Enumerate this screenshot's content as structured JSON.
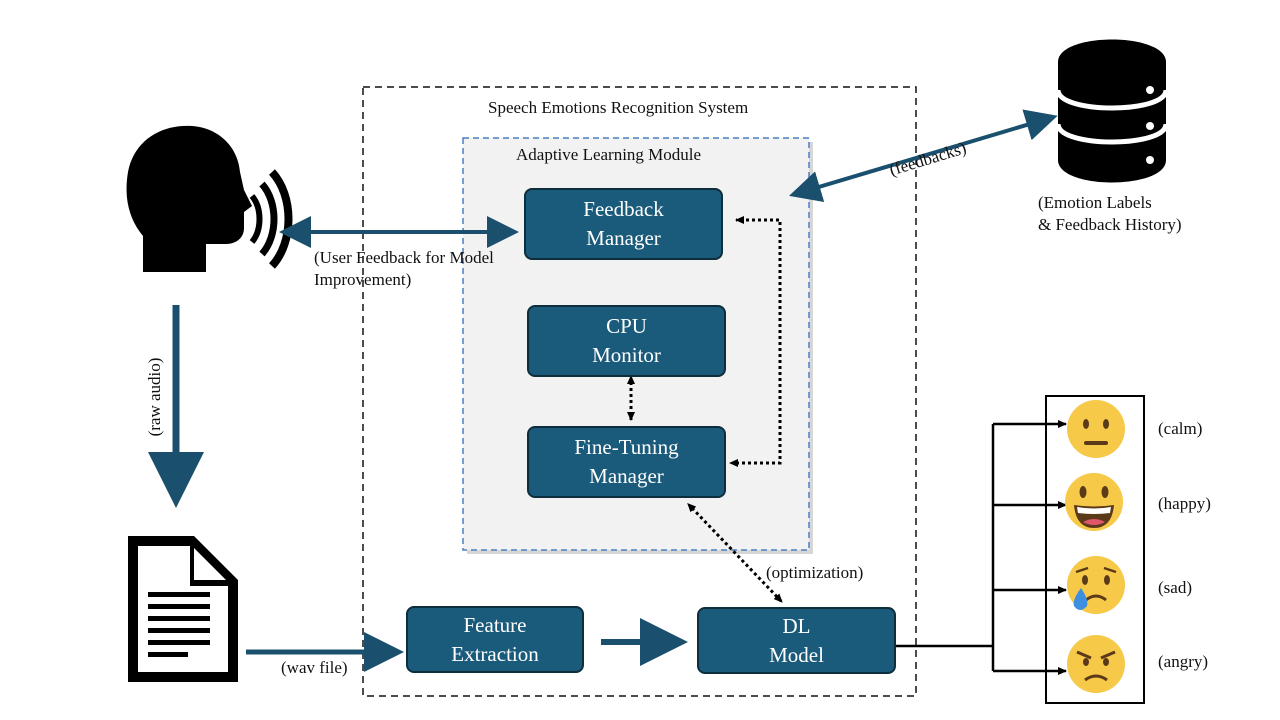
{
  "system": {
    "title": "Speech Emotions Recognition System"
  },
  "module": {
    "title": "Adaptive Learning Module"
  },
  "boxes": {
    "feedback_manager": {
      "line1": "Feedback",
      "line2": "Manager"
    },
    "cpu_monitor": {
      "line1": "CPU",
      "line2": "Monitor"
    },
    "fine_tuning_manager": {
      "line1": "Fine-Tuning",
      "line2": "Manager"
    },
    "feature_extraction": {
      "line1": "Feature",
      "line2": "Extraction"
    },
    "dl_model": {
      "line1": "DL",
      "line2": "Model"
    }
  },
  "edge_labels": {
    "user_feedback_line1": "(User Feedback for Model",
    "user_feedback_line2": "Improvement)",
    "raw_audio": "(raw audio)",
    "wav_file": "(wav file)",
    "optimization": "(optimization)",
    "feedbacks": "(feedbacks)"
  },
  "database": {
    "label_line1": "(Emotion Labels",
    "label_line2": "& Feedback History)"
  },
  "emotions": [
    {
      "label": "(calm)",
      "icon": "neutral-face-icon"
    },
    {
      "label": "(happy)",
      "icon": "grinning-face-icon"
    },
    {
      "label": "(sad)",
      "icon": "sad-tear-face-icon"
    },
    {
      "label": "(angry)",
      "icon": "angry-face-icon"
    }
  ],
  "colors": {
    "box_fill": "#1a5a7a",
    "box_border": "#0e2e3e",
    "arrow": "#1a4f6e",
    "module_bg": "#f2f2f2",
    "module_border": "#4a7fc1",
    "emoji_yellow": "#f7c948"
  }
}
